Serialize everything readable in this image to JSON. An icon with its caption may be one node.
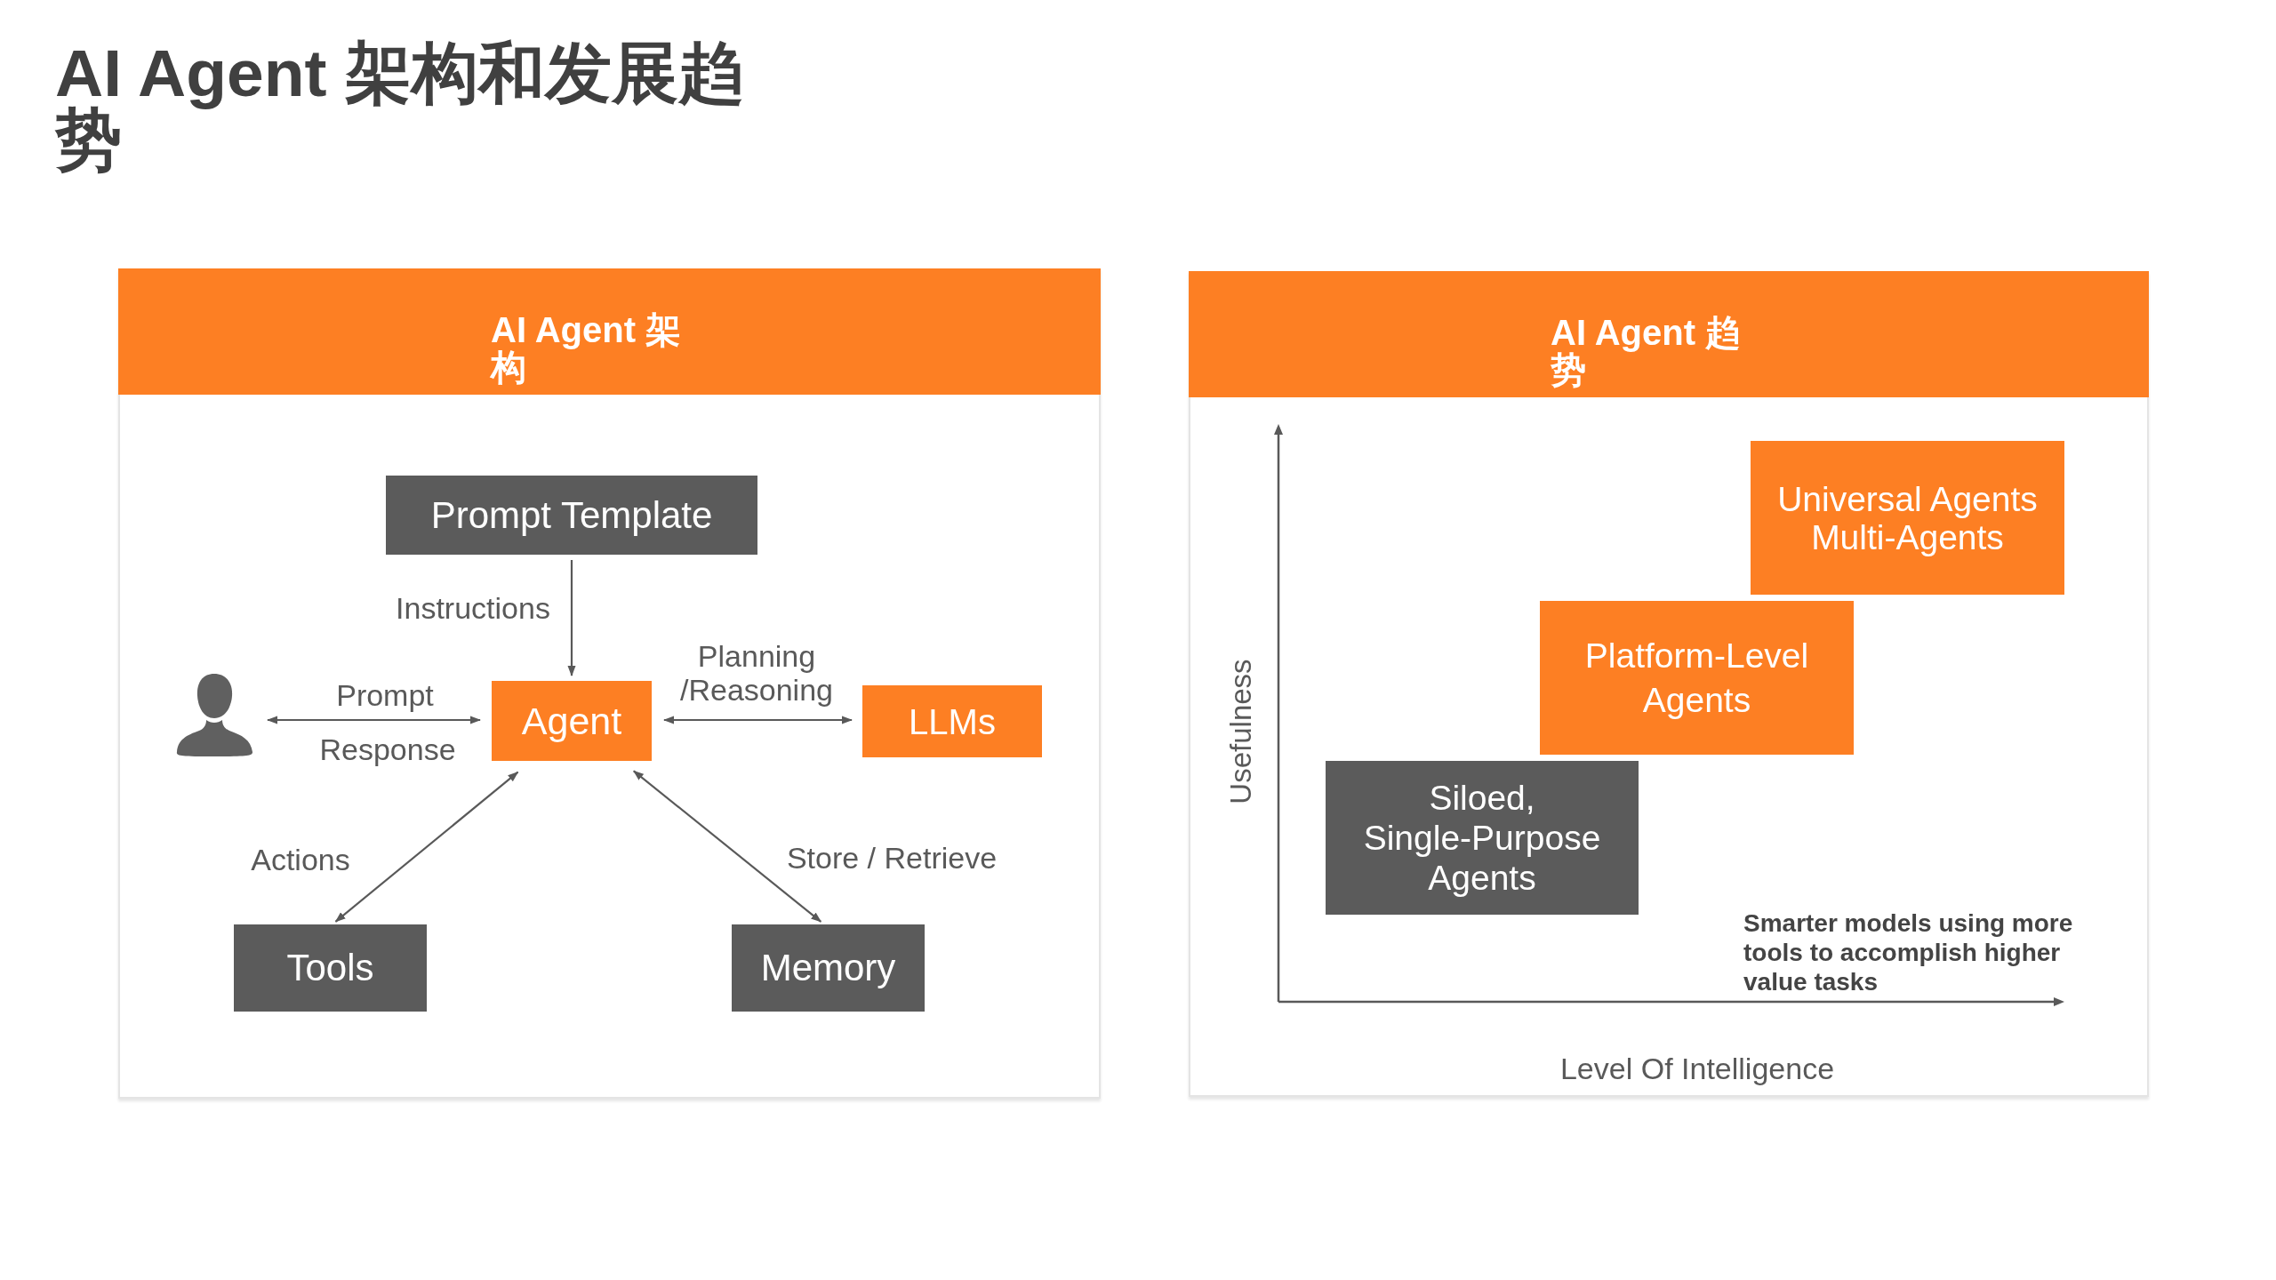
{
  "diagram": {
    "title": "AI Agent 架构和发展趋势",
    "nodes": [
      {
        "text": [
          "AI Agent 架构"
        ]
      },
      {
        "text": [
          "Prompt Template"
        ],
        "in": 0
      },
      {
        "text": [],
        "shape": "person",
        "in": 0
      },
      {
        "text": [
          "Agent"
        ],
        "in": 0
      },
      {
        "text": [
          "LLMs"
        ],
        "in": 0
      },
      {
        "text": [
          "Tools"
        ],
        "in": 0
      },
      {
        "text": [
          "Memory"
        ],
        "in": 0
      },
      {
        "text": [
          "AI Agent 趋势"
        ]
      },
      {
        "text": [
          "Universal Agents Multi-Agents"
        ],
        "in": 7
      },
      {
        "text": [
          "Platform-Level Agents"
        ],
        "in": 7
      },
      {
        "text": [
          "Siloed, Single-Purpose Agents"
        ],
        "in": 7
      }
    ],
    "edges": [
      {
        "from": 1,
        "to": 3,
        "arrow": "to",
        "label": "Instructions"
      },
      {
        "from": 2,
        "to": 3,
        "arrow": "both",
        "label": "Prompt"
      },
      {
        "from": 3,
        "to": 4,
        "arrow": "both",
        "label": "Planning /Reasoning"
      },
      {
        "from": 3,
        "to": 5,
        "arrow": "both",
        "label": "Actions"
      },
      {
        "from": 3,
        "to": 6,
        "arrow": "both",
        "label": "Store / Retrieve"
      }
    ],
    "labels": [
      "Response",
      "Usefulness",
      "Smarter models using more tools to accomplish higher value tasks",
      "Level Of Intelligence"
    ]
  }
}
